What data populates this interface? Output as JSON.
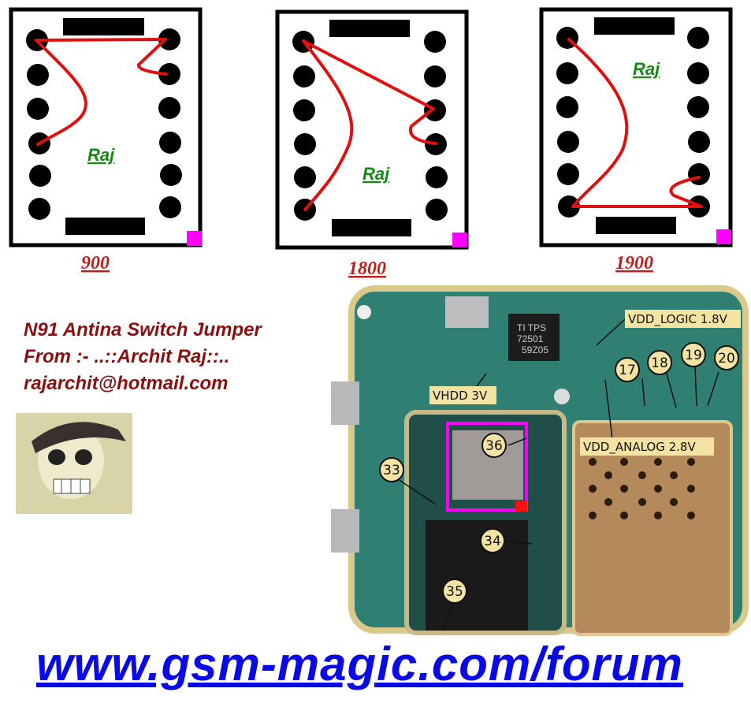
{
  "diagrams": [
    {
      "band": "900",
      "mark": "Raj"
    },
    {
      "band": "1800",
      "mark": "Raj"
    },
    {
      "band": "1900",
      "mark": "Raj"
    }
  ],
  "info": {
    "title": "N91 Antina Switch Jumper",
    "author": "From :- ..::Archit Raj::..",
    "email": "rajarchit@hotmail.com"
  },
  "pcb": {
    "chip_text": [
      "TI TPS",
      "72501",
      "59Z05"
    ],
    "labels": {
      "vdd_logic": "VDD_LOGIC 1.8V",
      "vhdd": "VHDD 3V",
      "vdd_analog": "VDD_ANALOG 2.8V"
    },
    "points": [
      "17",
      "18",
      "19",
      "20",
      "33",
      "34",
      "35",
      "36"
    ]
  },
  "footer": {
    "url": "www.gsm-magic.com/forum"
  },
  "colors": {
    "wire": "#e01010",
    "marker": "#ff00ff",
    "pcb": "#2f7f72",
    "callout": "#f3e4a4"
  }
}
